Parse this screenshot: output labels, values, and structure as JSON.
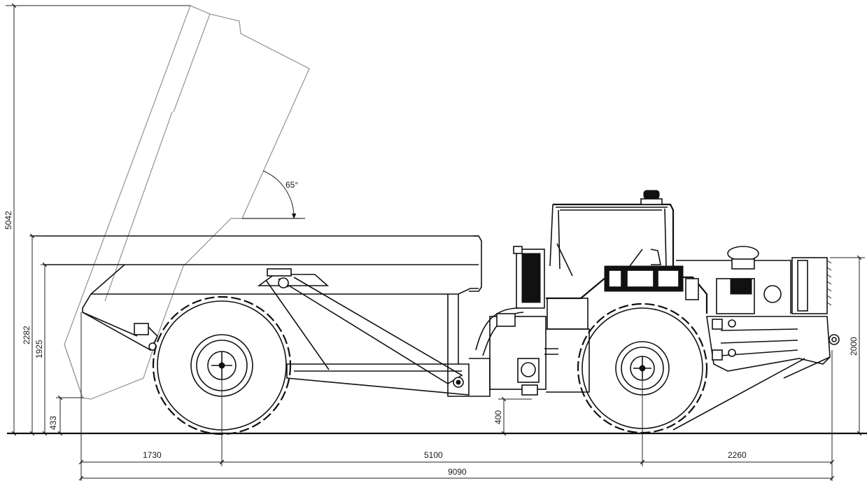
{
  "dimensions": {
    "dump_height": "5042",
    "body_height": "2282",
    "side_height": "1925",
    "tailgate_clearance": "433",
    "ground_clearance": "400",
    "overall_height": "2000",
    "rear_overhang": "1730",
    "wheelbase": "5100",
    "front_overhang": "2260",
    "overall_length": "9090",
    "dump_angle": "65°"
  },
  "colors": {
    "line": "#111111",
    "ghost_body": "#9a9a9a",
    "background": "#ffffff"
  },
  "icons": [
    "wheel-hub-icon",
    "beacon-icon",
    "tow-hook-icon"
  ]
}
